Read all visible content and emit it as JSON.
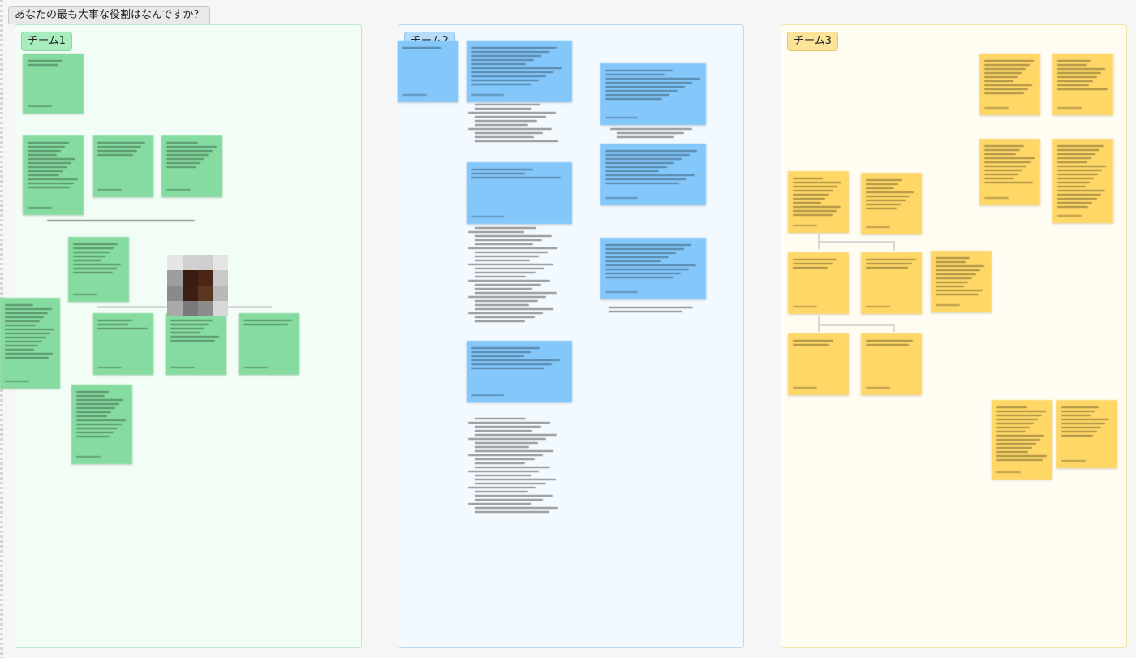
{
  "question": "あなたの最も大事な役割はなんですか？",
  "sections": [
    {
      "label": "チーム1",
      "color": "#86dca0"
    },
    {
      "label": "チーム2",
      "color": "#83c7fb"
    },
    {
      "label": "チーム3",
      "color": "#fed767"
    }
  ],
  "colors": {
    "green_sticky": "#86dca0",
    "blue_sticky": "#83c7fb",
    "yellow_sticky": "#fed767"
  }
}
